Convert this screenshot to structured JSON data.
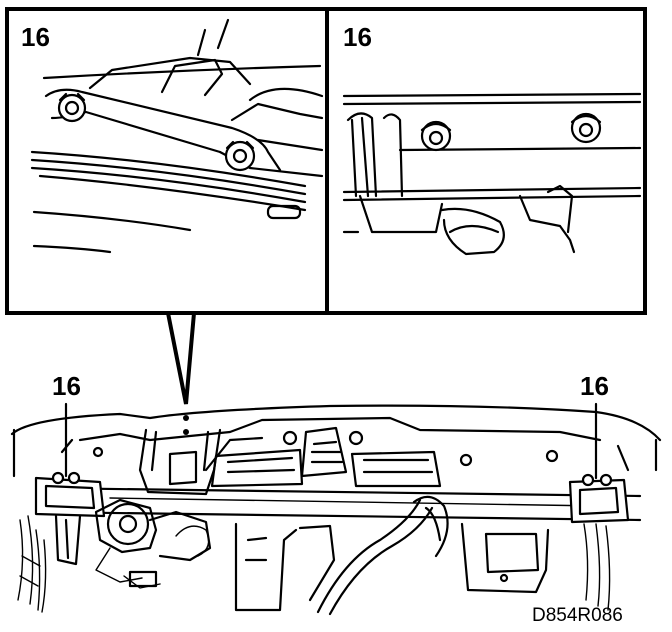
{
  "figure": {
    "callouts": {
      "detail_left": "16",
      "detail_right": "16",
      "main_left": "16",
      "main_right": "16"
    },
    "drawing_code": "D854R086"
  }
}
